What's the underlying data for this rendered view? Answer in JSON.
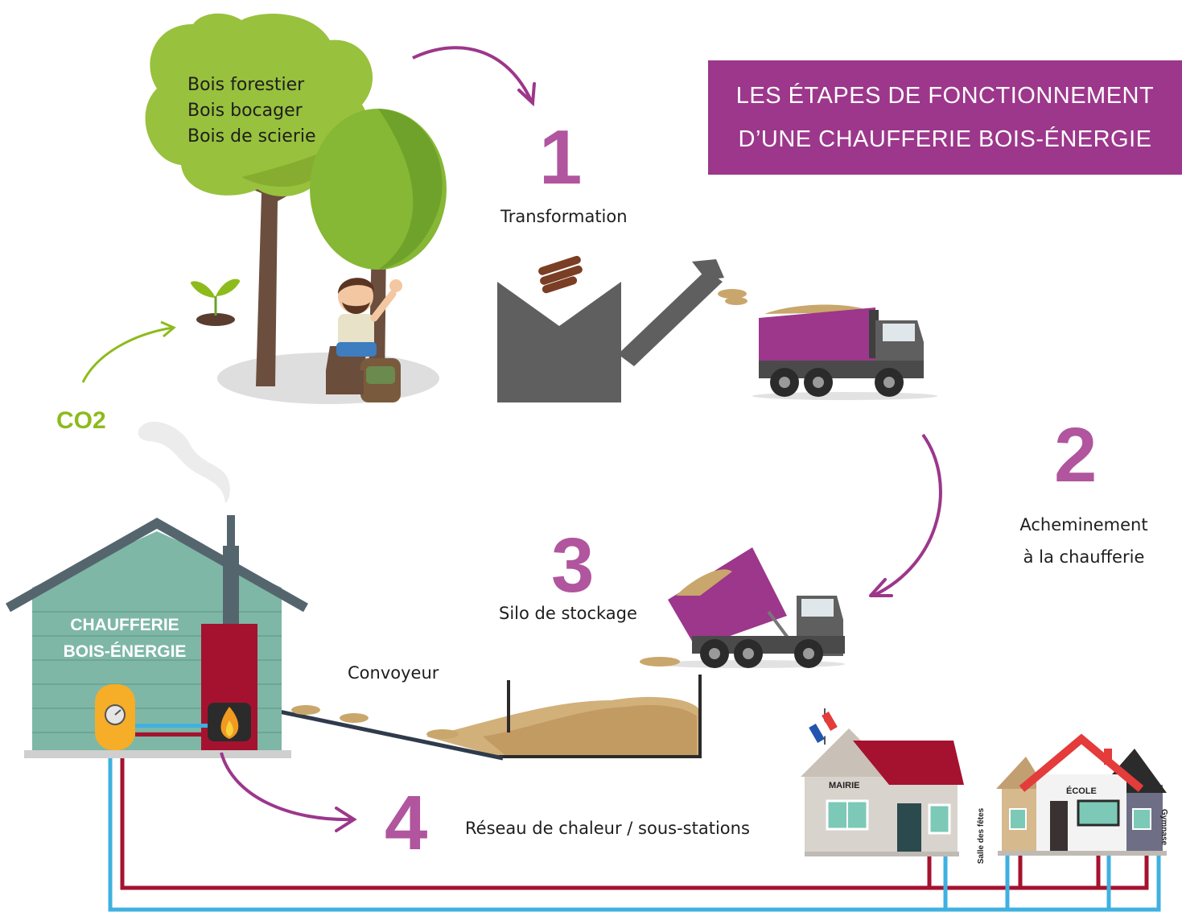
{
  "title": {
    "line1": "LES ÉTAPES DE FONCTIONNEMENT",
    "line2": "D’UNE CHAUFFERIE BOIS-ÉNERGIE"
  },
  "wood_sources": [
    "Bois forestier",
    "Bois bocager",
    "Bois de scierie"
  ],
  "steps": [
    {
      "number": "1",
      "label": "Transformation"
    },
    {
      "number": "2",
      "label_line1": "Acheminement",
      "label_line2": "à la chaufferie"
    },
    {
      "number": "3",
      "label": "Silo de stockage"
    },
    {
      "number": "4",
      "label": "Réseau de chaleur / sous-stations"
    }
  ],
  "co2_label": "CO2",
  "boiler_house": {
    "line1": "CHAUFFERIE",
    "line2": "BOIS-ÉNERGIE"
  },
  "conveyor_label": "Convoyeur",
  "buildings": {
    "mairie": "MAIRIE",
    "ecole": "ÉCOLE",
    "salle": "Salle des fêtes",
    "gymnase": "Gymnase"
  },
  "colors": {
    "accent": "#9c378b",
    "step_number": "#b0559e",
    "co2": "#8dbb1c",
    "pipe_hot": "#a5122f",
    "pipe_cold": "#3fb1e0"
  }
}
